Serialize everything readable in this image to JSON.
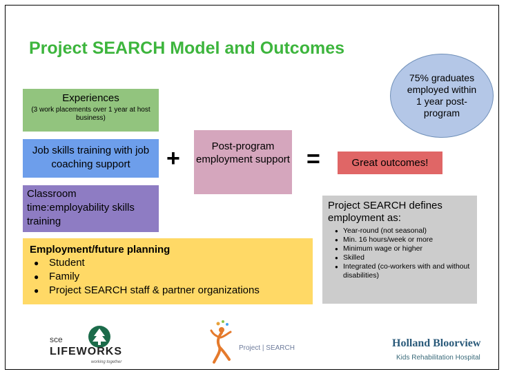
{
  "slide": {
    "title": "Project SEARCH Model and Outcomes",
    "stat_bubble": "75% graduates employed within 1 year post-program",
    "experiences": {
      "heading": "Experiences",
      "detail": "(3 work placements over 1 year at host business)"
    },
    "job_skills": "Job skills training with job coaching support",
    "classroom": "Classroom time:employability skills training",
    "plus_sign": "+",
    "post_program": "Post-program employment support",
    "equals_sign": "=",
    "outcome": "Great outcomes!",
    "definition": {
      "heading": "Project SEARCH defines employment as:",
      "items": [
        "Year-round (not seasonal)",
        "Min. 16 hours/week or more",
        "Minimum wage or higher",
        "Skilled",
        "Integrated (co-workers with and without disabilities)"
      ]
    },
    "planning": {
      "heading": "Employment/future planning",
      "items": [
        "Student",
        "Family",
        "Project SEARCH staff & partner organizations"
      ]
    }
  },
  "logos": {
    "sce_small": "sce",
    "lifeworks": "LIFEWORKS",
    "lifeworks_tagline": "working together",
    "project_search": "Project | SEARCH",
    "holland_line1": "Holland Bloorview",
    "holland_line2": "Kids Rehabilitation Hospital"
  },
  "colors": {
    "title_green": "#3db53d",
    "experiences": "#92c47e",
    "job_skills": "#6d9eeb",
    "classroom": "#8e7cc3",
    "post_program": "#d5a6bd",
    "outcome": "#e06666",
    "definition": "#cccccc",
    "planning": "#ffd966",
    "bubble": "#b4c7e7"
  }
}
